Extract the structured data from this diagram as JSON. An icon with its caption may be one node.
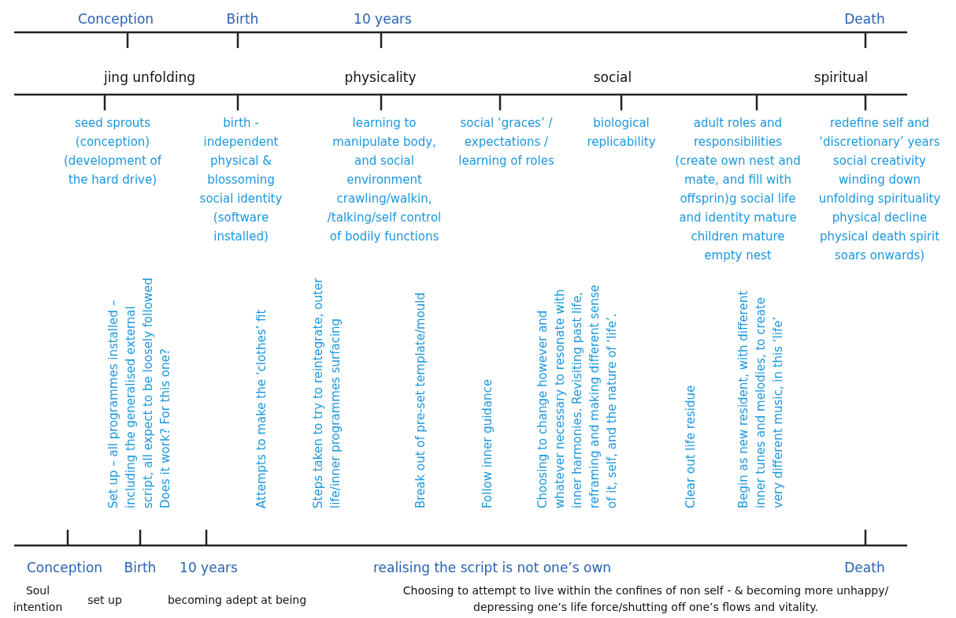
{
  "diagram": {
    "labels": [
      "Conception",
      "Birth",
      "10 years",
      "Death",
      "jing unfolding",
      "physicality",
      "social",
      "spiritual",
      "seed sprouts (conception) (development of the hard drive)",
      "birth - independent physical & blossoming social identity (software installed)",
      "learning to manipulate body, and social environment crawling/walkin, /talking/self control of bodily functions",
      "social ‘graces’ / expectations / learning of roles",
      "biological replicability",
      "adult roles and responsibilities (create own nest and mate, and fill with offsprin)g social life and identity mature children mature empty nest",
      "redefine self and ‘discretionary’ years social creativity winding down unfolding spirituality physical decline physical death spirit soars onwards)",
      "Set up – all programmes installed – including the generalised external script, all expect to be loosely followed Does it work? For this one?",
      "Attempts to make the ‘clothes’ fit",
      "Steps taken to try to reintegrate, outer life/inner programmes surfacing",
      "Break out of pre-set template/mould",
      "Follow inner guidance",
      "Choosing to change however and whatever necessary to resonate with inner harmonies. Revisiting past life, reframing and making different sense of it, self, and the nature of ‘life’.",
      "Clear out life residue",
      "Begin as new resident, with different inner tunes and melodies, to create very different music, in this ‘life’",
      "Conception",
      "Birth",
      "10 years",
      "realising the script is not one’s own",
      "Death",
      "Soul intention",
      "set up",
      "becoming adept at being",
      "Choosing to attempt to live within the confines of non self - & becoming more unhappy/ depressing one’s life force/shutting off one’s flows and vitality."
    ]
  }
}
